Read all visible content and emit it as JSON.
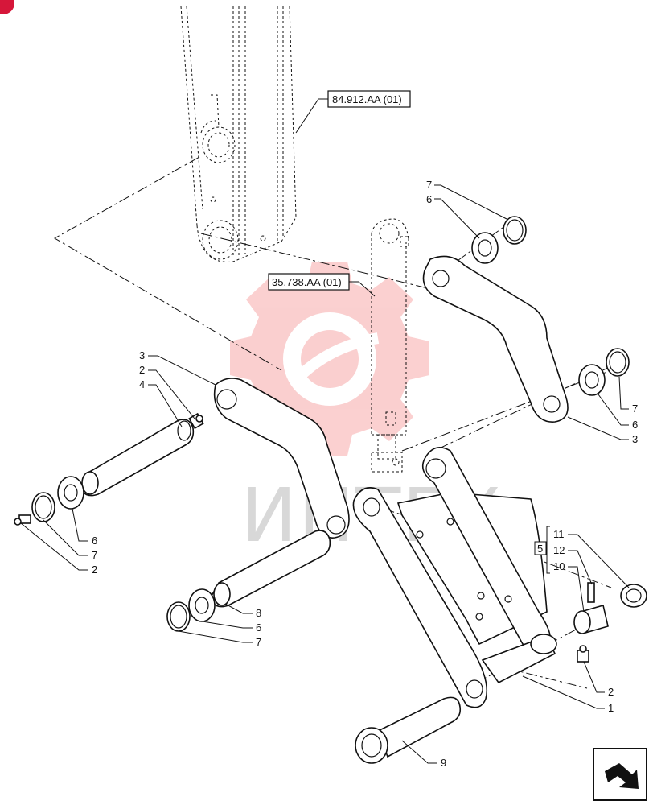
{
  "references": {
    "boom_ref": "84.912.AA (01)",
    "cylinder_ref": "35.738.AA (01)"
  },
  "callouts": {
    "c1": "1",
    "c2a": "2",
    "c2b": "2",
    "c2c": "2",
    "c3a": "3",
    "c3b": "3",
    "c4": "4",
    "c5": "5",
    "c6a": "6",
    "c6b": "6",
    "c6c": "6",
    "c6d": "6",
    "c7a": "7",
    "c7b": "7",
    "c7c": "7",
    "c7d": "7",
    "c8": "8",
    "c9": "9",
    "c10": "10",
    "c11": "11",
    "c12": "12"
  },
  "watermark": {
    "text": "ИНТЕХ",
    "color": "#f5b5b5"
  },
  "colors": {
    "line": "#111111",
    "watermark_gear": "#f7b3b3",
    "corner_badge": "#d6173a"
  },
  "icons": {
    "nav": "next-page-arrow-icon"
  }
}
